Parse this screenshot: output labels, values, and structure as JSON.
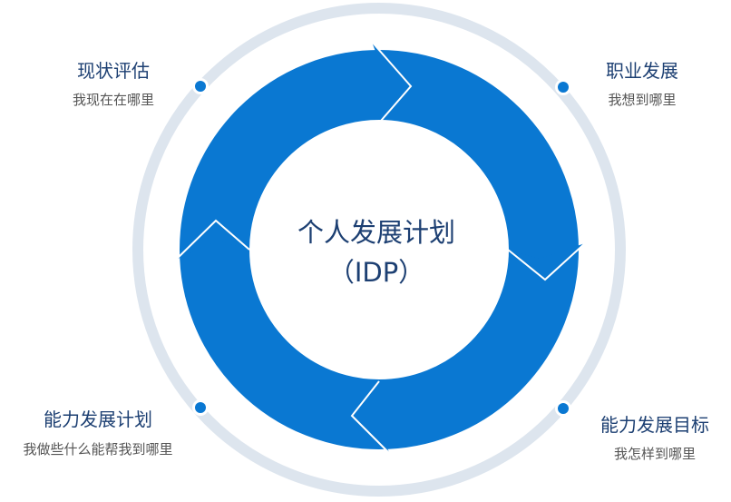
{
  "center": {
    "title": "个人发展计划",
    "subtitle": "（IDP）"
  },
  "stages": [
    {
      "title": "现状评估",
      "subtitle": "我现在在哪里"
    },
    {
      "title": "职业发展",
      "subtitle": "我想到哪里"
    },
    {
      "title": "能力发展目标",
      "subtitle": "我怎样到哪里"
    },
    {
      "title": "能力发展计划",
      "subtitle": "我做些什么能帮我到哪里"
    }
  ],
  "colors": {
    "ring": "#0a78d2",
    "track": "#dde5ee",
    "title": "#1c3f72",
    "subtitle": "#555555"
  }
}
